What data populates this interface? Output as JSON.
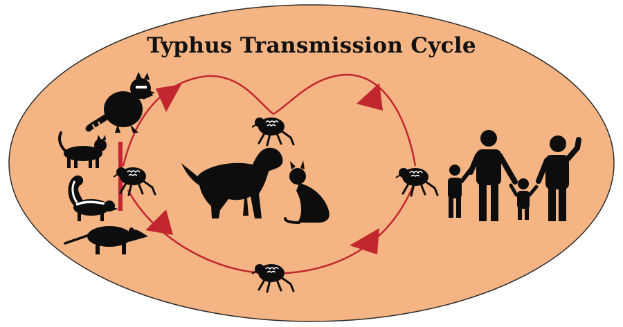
{
  "diagram": {
    "title": "Typhus Transmission Cycle",
    "colors": {
      "background": "#f4b483",
      "outline": "#2a2a2a",
      "arrow": "#c2262e",
      "silhouette": "#0d0d0d",
      "flea_marking": "#ffffff"
    },
    "nodes": [
      {
        "id": "wild-hosts",
        "icons": [
          "raccoon-icon",
          "cat-icon",
          "skunk-icon",
          "opossum-icon"
        ]
      },
      {
        "id": "pets",
        "icons": [
          "dog-icon",
          "cat-icon"
        ]
      },
      {
        "id": "humans",
        "icons": [
          "family-icon"
        ]
      }
    ],
    "vectors": [
      "flea-icon",
      "flea-icon",
      "flea-icon",
      "flea-icon"
    ],
    "paths": [
      {
        "from": "wild-hosts",
        "to": "pets",
        "via": "flea-icon",
        "route": "upper"
      },
      {
        "from": "pets",
        "to": "humans",
        "via": "flea-icon",
        "route": "upper"
      },
      {
        "from": "wild-hosts",
        "to": "pets",
        "via": "flea-icon",
        "route": "lower"
      },
      {
        "from": "pets",
        "to": "humans",
        "via": "flea-icon",
        "route": "lower"
      }
    ]
  }
}
